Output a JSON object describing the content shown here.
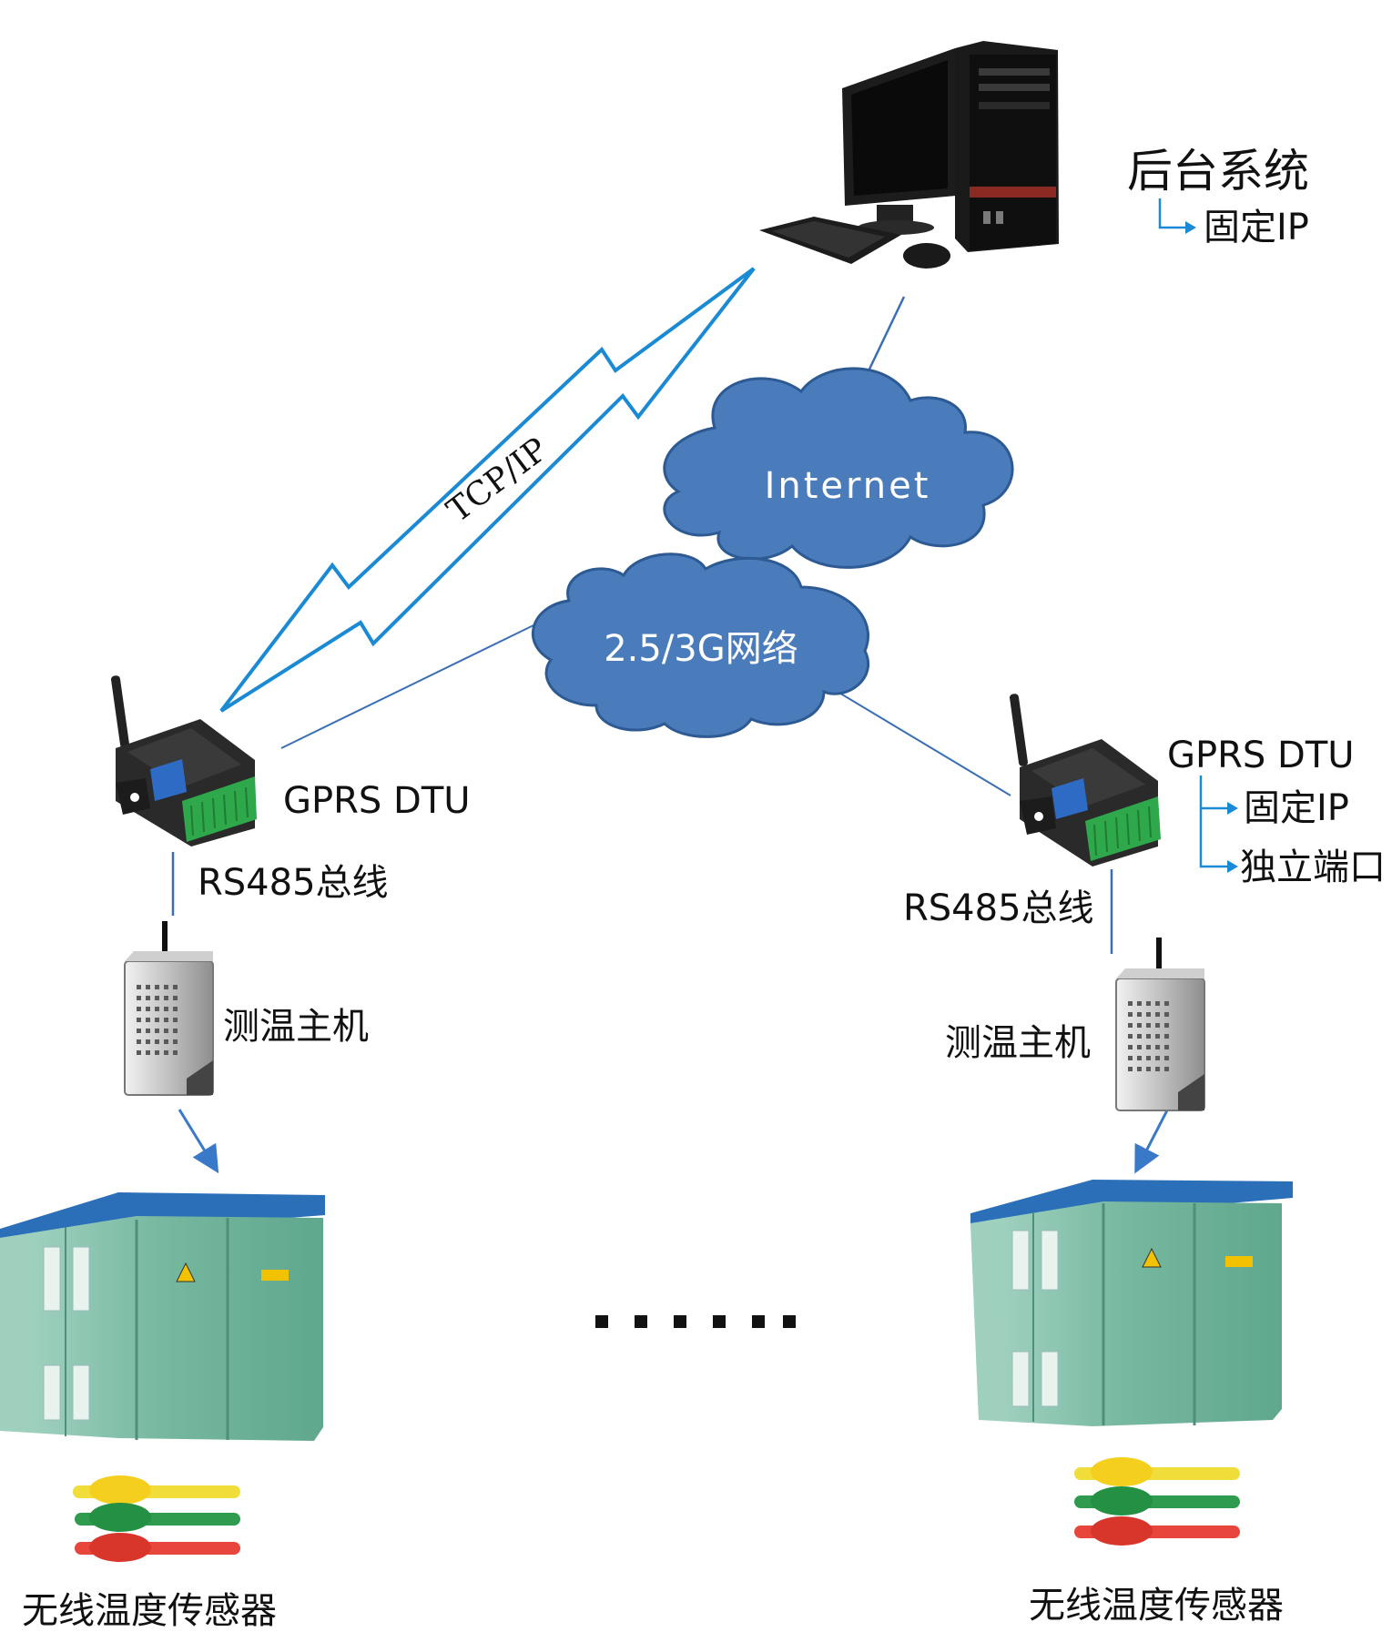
{
  "backend": {
    "title": "后台系统",
    "sub": "固定IP"
  },
  "protocol_label": "TCP/IP",
  "clouds": {
    "internet": "Internet",
    "mobile": "2.5/3G网络"
  },
  "left_station": {
    "dtu_label": "GPRS DTU",
    "bus_label": "RS485总线",
    "host_label": "测温主机",
    "sensor_label": "无线温度传感器"
  },
  "right_station": {
    "dtu_label": "GPRS DTU",
    "dtu_sub1": "固定IP",
    "dtu_sub2": "独立端口",
    "bus_label": "RS485总线",
    "host_label": "测温主机",
    "sensor_label": "无线温度传感器"
  },
  "ellipsis": "……",
  "colors": {
    "arrow_blue": "#1a8ad4",
    "cloud_fill": "#4a7cbc",
    "cloud_stroke": "#2d5a92",
    "line_blue": "#3b6fb4",
    "cabinet_green": "#6fb59b",
    "cabinet_roof": "#2a6fb8"
  },
  "icons": {
    "computer": "desktop-computer-icon",
    "dtu": "gprs-dtu-device-icon",
    "host": "temperature-host-icon",
    "cabinet": "box-substation-icon",
    "sensors": "wireless-temperature-sensor-icon"
  }
}
